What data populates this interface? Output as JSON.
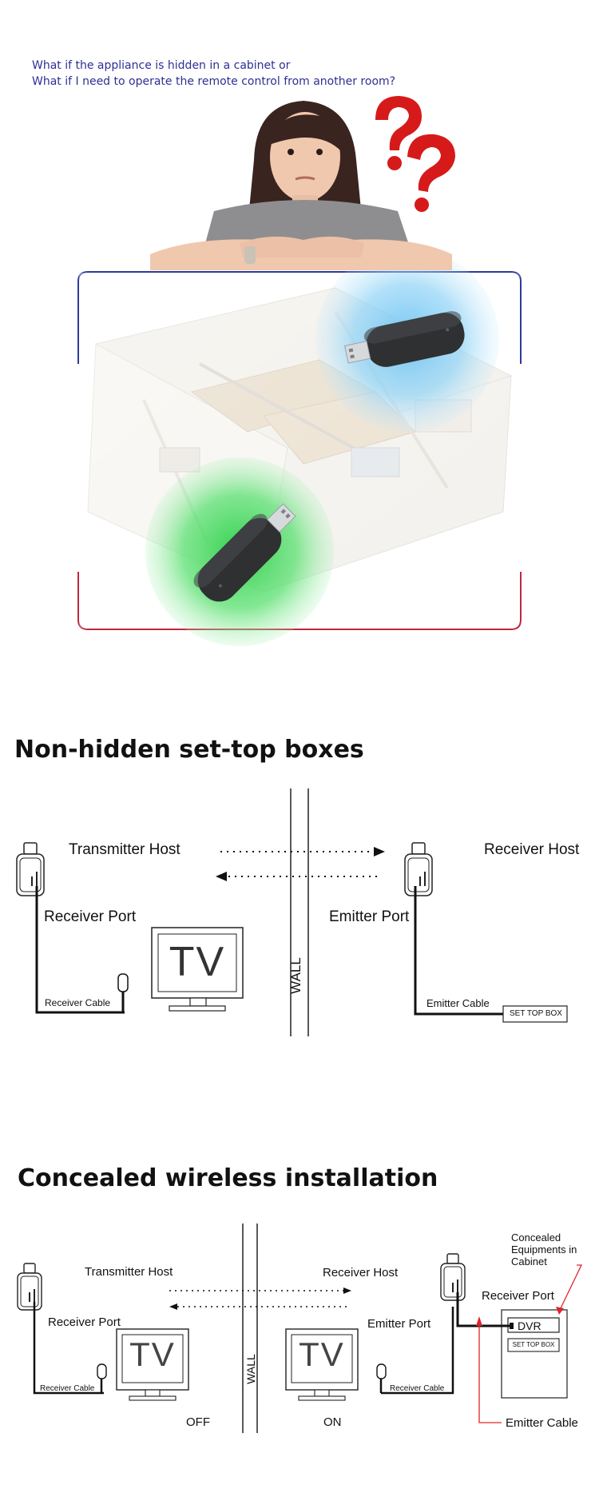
{
  "intro": {
    "line1": "What if the appliance is hidden in a cabinet or",
    "line2": "What if I need to operate the remote control from another room?"
  },
  "section1": {
    "title": "Non-hidden set-top boxes",
    "transmitter_host": "Transmitter Host",
    "receiver_host": "Receiver Host",
    "receiver_port": "Receiver Port",
    "emitter_port": "Emitter Port",
    "receiver_cable": "Receiver Cable",
    "emitter_cable": "Emitter Cable",
    "set_top_box": "SET TOP BOX",
    "tv": "TV",
    "wall": "WALL"
  },
  "section2": {
    "title": "Concealed wireless installation",
    "transmitter_host": "Transmitter Host",
    "receiver_host": "Receiver Host",
    "receiver_port_left": "Receiver Port",
    "receiver_port_right": "Receiver Port",
    "emitter_port": "Emitter Port",
    "receiver_cable_left": "Receiver Cable",
    "receiver_cable_right": "Receiver Cable",
    "emitter_cable": "Emitter Cable",
    "concealed_line1": "Concealed",
    "concealed_line2": "Equipments in",
    "concealed_line3": "Cabinet",
    "dvr": "DVR",
    "set_top_box": "SET TOP BOX",
    "tv_left": "TV",
    "tv_right": "TV",
    "off": "OFF",
    "on": "ON",
    "wall": "WALL"
  },
  "colors": {
    "intro_text": "#2e2f95",
    "frame_blue": "#2b3a9a",
    "frame_red": "#c0283c",
    "question_mark": "#d61a1a",
    "signal_blue": "#7cc8f0",
    "signal_green": "#3ed65a",
    "red_arrow": "#e0242a"
  },
  "icons": [
    "question-mark-icon",
    "usb-dongle-icon",
    "usb-dongle-icon"
  ]
}
